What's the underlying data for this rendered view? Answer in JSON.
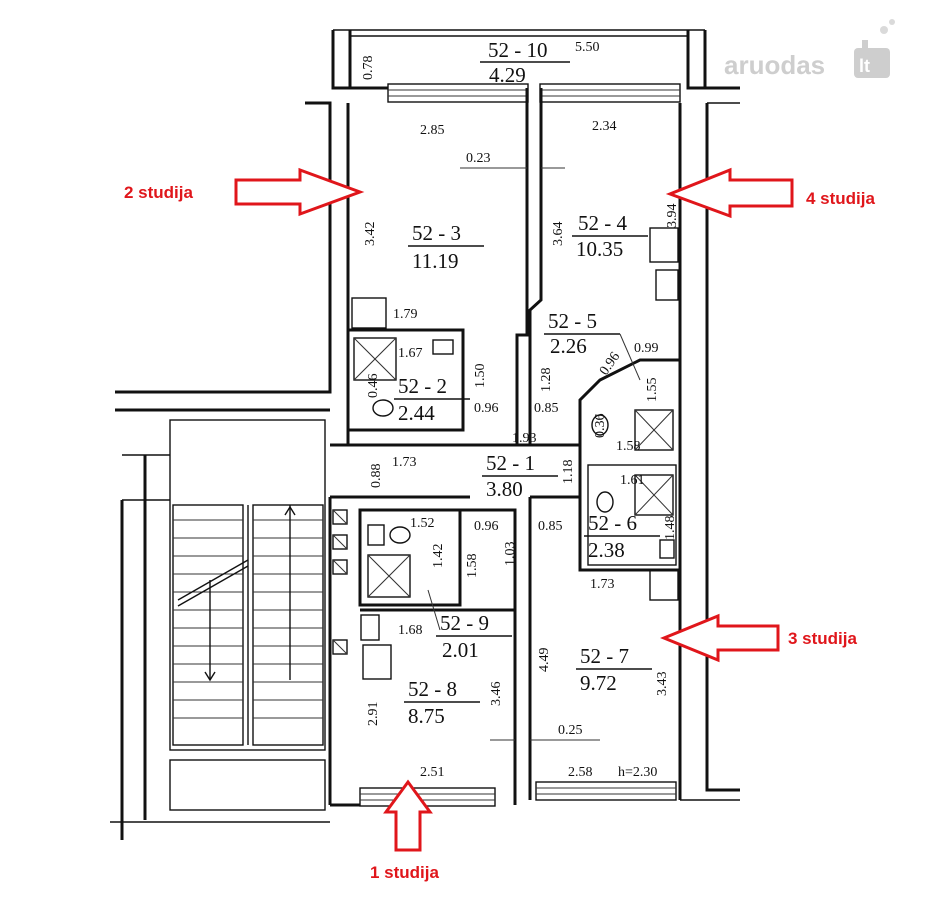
{
  "watermark": {
    "text": "aruodas",
    "suffix": "lt"
  },
  "labels": {
    "studio1": "1 studija",
    "studio2": "2 studija",
    "studio3": "3 studija",
    "studio4": "4 studija"
  },
  "rooms": {
    "r10": {
      "id": "52 - 10",
      "area": "4.29"
    },
    "r3": {
      "id": "52 - 3",
      "area": "11.19"
    },
    "r4": {
      "id": "52 - 4",
      "area": "10.35"
    },
    "r5": {
      "id": "52 - 5",
      "area": "2.26"
    },
    "r2": {
      "id": "52 - 2",
      "area": "2.44"
    },
    "r1": {
      "id": "52 - 1",
      "area": "3.80"
    },
    "r6": {
      "id": "52 - 6",
      "area": "2.38"
    },
    "r9": {
      "id": "52 - 9",
      "area": "2.01"
    },
    "r8": {
      "id": "52 - 8",
      "area": "8.75"
    },
    "r7": {
      "id": "52 - 7",
      "area": "9.72"
    }
  },
  "dims": {
    "d550": "5.50",
    "d078": "0.78",
    "d285": "2.85",
    "d234": "2.34",
    "d023": "0.23",
    "d342": "3.42",
    "d364": "3.64",
    "d394": "3.94",
    "d179": "1.79",
    "d167": "1.67",
    "d046": "0.46",
    "d150": "1.50",
    "d096a": "0.96",
    "d085a": "0.85",
    "d128": "1.28",
    "d096b": "0.96",
    "d099": "0.99",
    "d155": "1.55",
    "d036": "0.36",
    "d158a": "1.58",
    "d193": "1.93",
    "d088": "0.88",
    "d173a": "1.73",
    "d118": "1.18",
    "d161": "1.61",
    "d148": "1.48",
    "d152": "1.52",
    "d096c": "0.96",
    "d085b": "0.85",
    "d142": "1.42",
    "d158b": "1.58",
    "d103": "1.03",
    "d173b": "1.73",
    "d168": "1.68",
    "d449": "4.49",
    "d346": "3.46",
    "d343": "3.43",
    "d291": "2.91",
    "d025": "0.25",
    "d251": "2.51",
    "d258": "2.58",
    "dh": "h=2.30"
  }
}
